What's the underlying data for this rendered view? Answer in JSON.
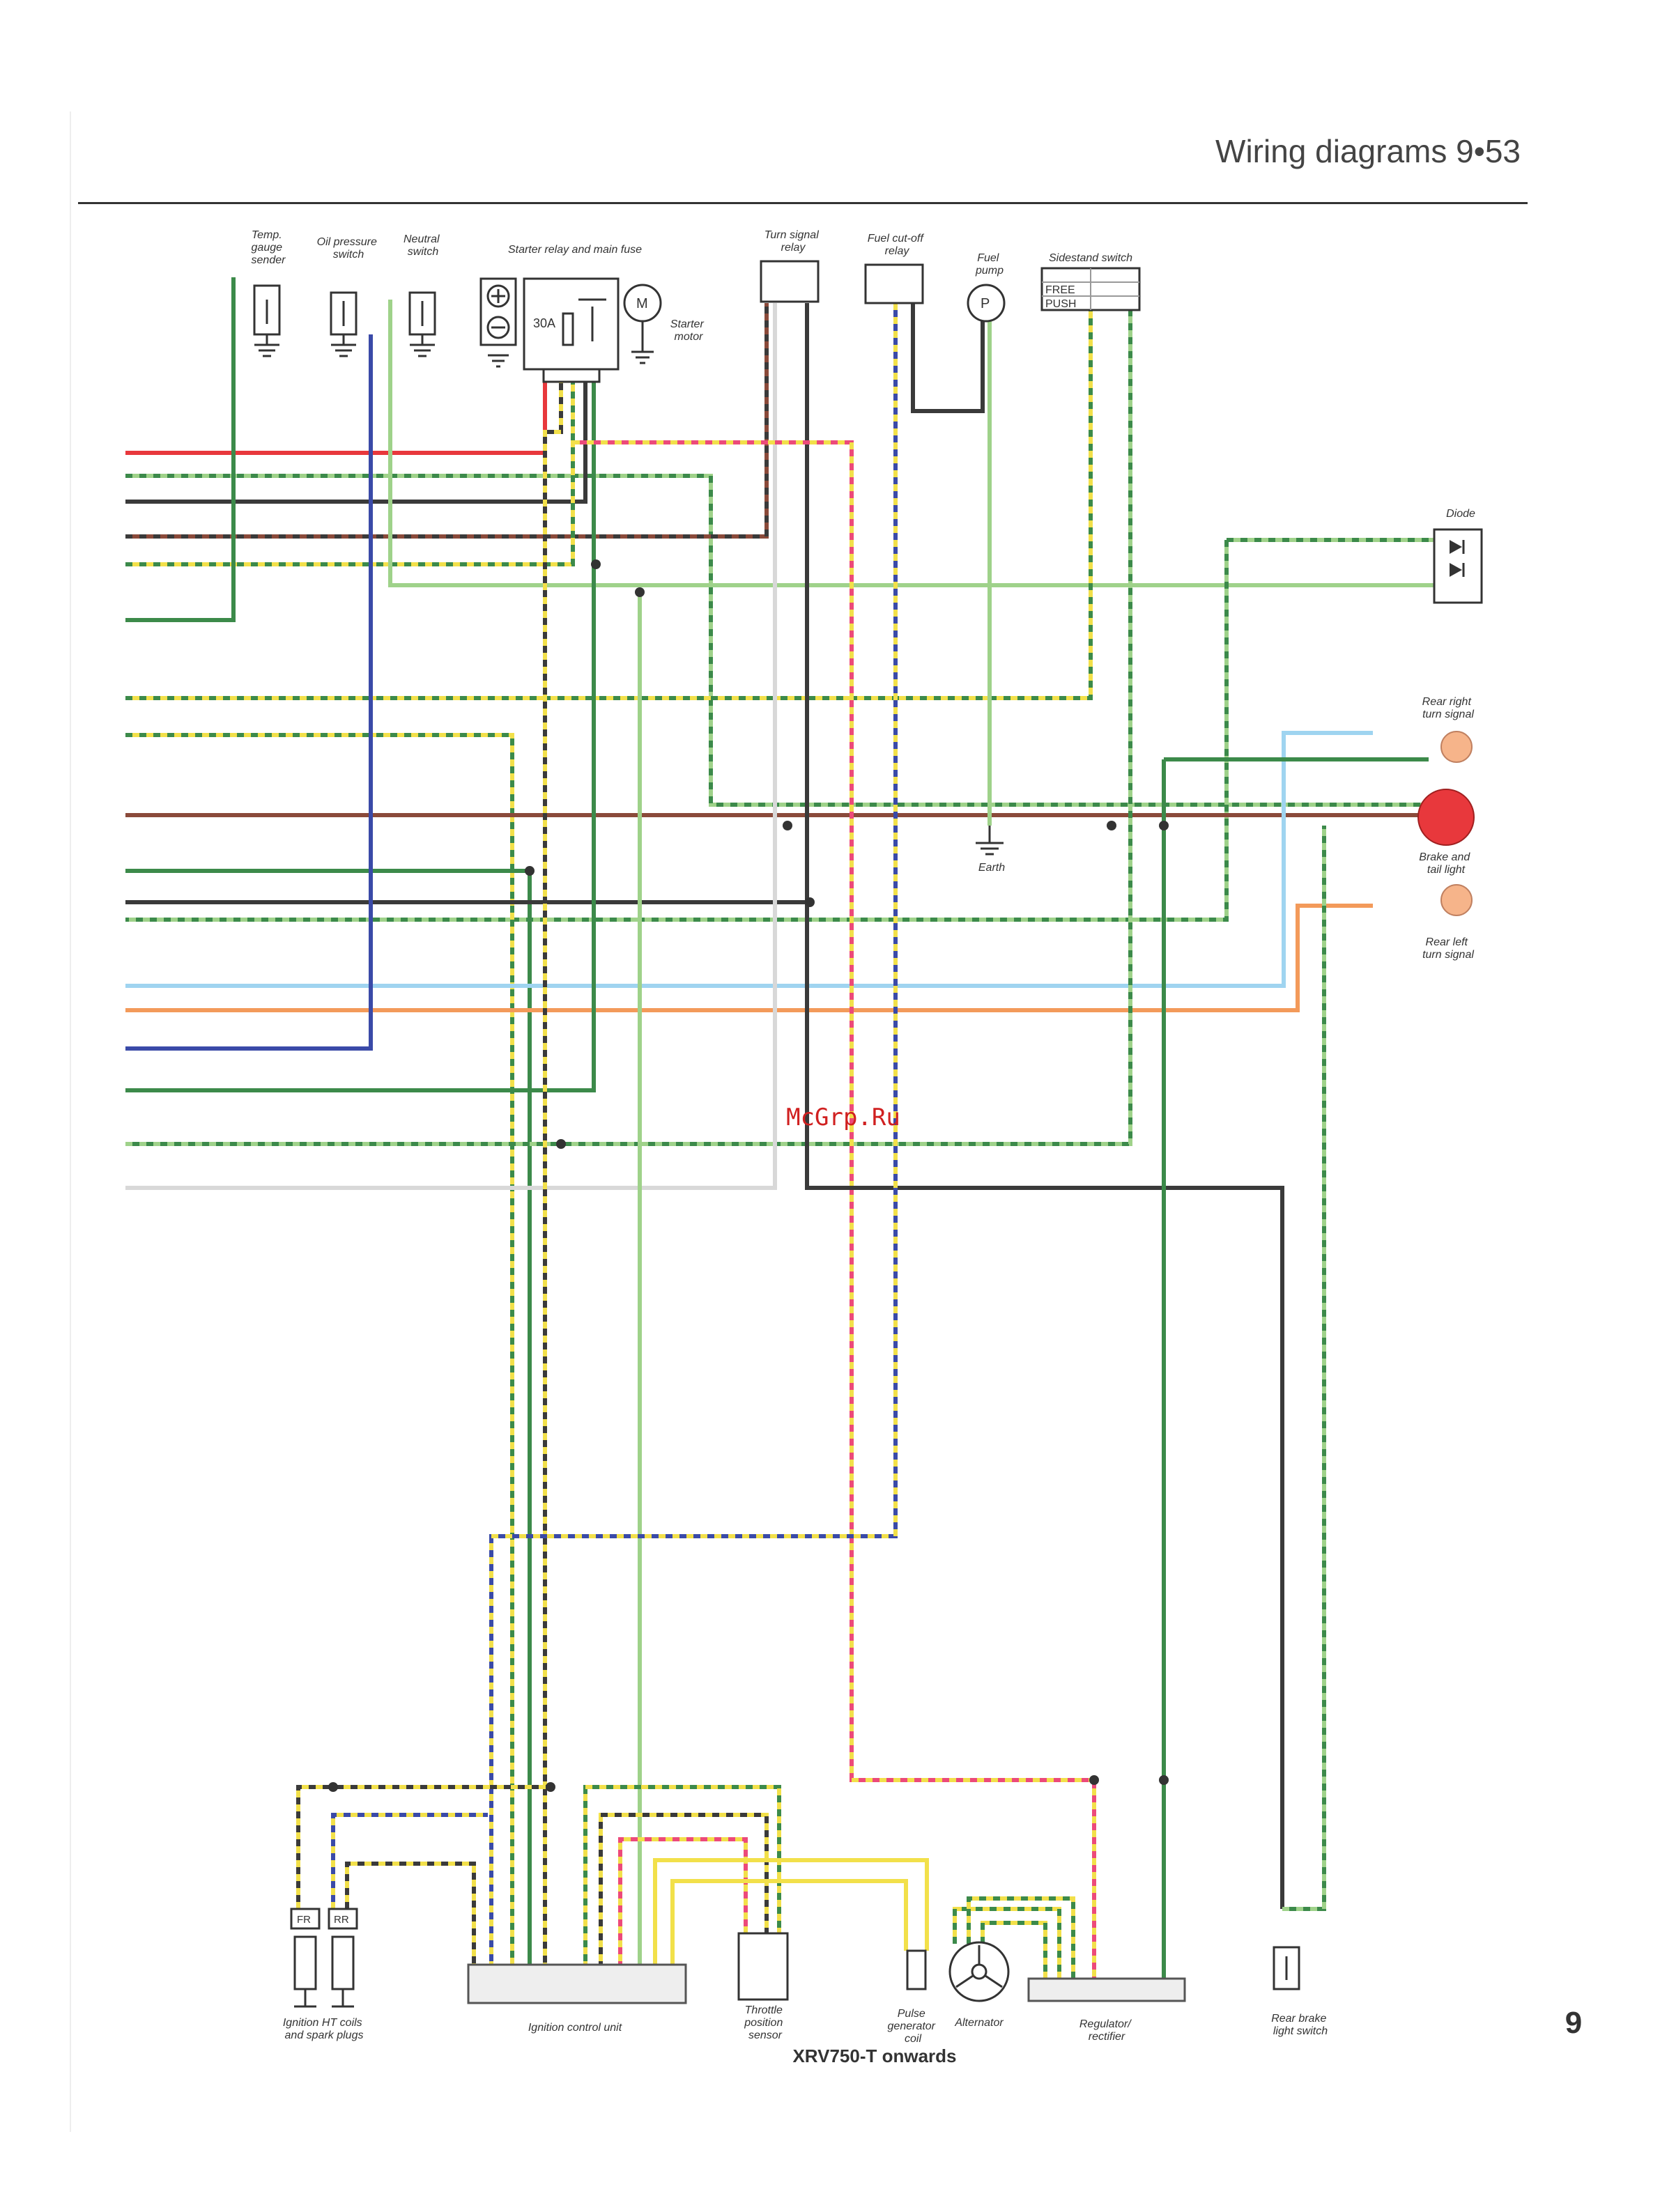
{
  "header": {
    "title": "Wiring diagrams 9•53"
  },
  "labels": {
    "temp_gauge_sender": [
      "Temp.",
      "gauge",
      "sender"
    ],
    "oil_pressure_switch": [
      "Oil pressure",
      "switch"
    ],
    "neutral_switch": [
      "Neutral",
      "switch"
    ],
    "starter_relay_main_fuse": [
      "Starter relay and main fuse"
    ],
    "fuse_rating": "30A",
    "starter_motor": [
      "Starter",
      "motor"
    ],
    "turn_signal_relay": [
      "Turn signal",
      "relay"
    ],
    "fuel_cutoff_relay": [
      "Fuel cut-off",
      "relay"
    ],
    "fuel_pump": [
      "Fuel",
      "pump"
    ],
    "fuel_pump_symbol": "P",
    "motor_symbol": "M",
    "sidestand_switch": [
      "Sidestand switch"
    ],
    "sidestand_free": "FREE",
    "sidestand_push": "PUSH",
    "diode": [
      "Diode"
    ],
    "rear_right_turn_signal": [
      "Rear right",
      "turn signal"
    ],
    "brake_tail_light": [
      "Brake and",
      "tail light"
    ],
    "rear_left_turn_signal": [
      "Rear left",
      "turn signal"
    ],
    "earth": [
      "Earth"
    ],
    "ignition_ht_coils": [
      "Ignition HT coils",
      "and spark plugs"
    ],
    "coil_fr": "FR",
    "coil_rr": "RR",
    "ignition_control_unit": [
      "Ignition control unit"
    ],
    "throttle_position_sensor": [
      "Throttle",
      "position",
      "sensor"
    ],
    "pulse_generator_coil": [
      "Pulse",
      "generator",
      "coil"
    ],
    "alternator": [
      "Alternator"
    ],
    "regulator_rectifier": [
      "Regulator/",
      "rectifier"
    ],
    "rear_brake_light_switch": [
      "Rear brake",
      "light switch"
    ]
  },
  "caption": "XRV750-T onwards",
  "watermark": "McGrp.Ru",
  "chapter_tab": "9",
  "colors": {
    "red": "#e8383c",
    "green": "#3c8a4a",
    "light_green": "#9fd28a",
    "black": "#3a3a3a",
    "brown": "#8a4a3a",
    "yellow": "#f2e04a",
    "blue": "#3a4aa8",
    "light_blue": "#9fd4f0",
    "orange": "#f39a5a",
    "pink": "#ec4a7a",
    "white": "#d8d8d8",
    "grey": "#9a9a9a"
  }
}
